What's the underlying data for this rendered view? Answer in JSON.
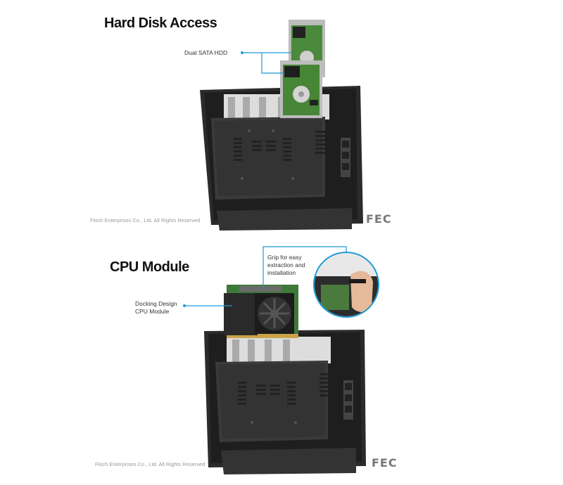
{
  "hard_disk": {
    "title": "Hard Disk Access",
    "callout": "Dual SATA HDD",
    "copyright": "Firich Enterprises Co., Ltd. All Rights Reserved",
    "brand": "FEC"
  },
  "cpu_module": {
    "title": "CPU Module",
    "callout_docking_line1": "Docking Design",
    "callout_docking_line2": "CPU Module",
    "callout_grip_line1": "Grip for easy",
    "callout_grip_line2": "extraction and",
    "callout_grip_line3": "installation",
    "copyright": "Firich Enterprises Co., Ltd. All Rights Reserved",
    "brand": "FEC"
  },
  "colors": {
    "callout_line": "#1a9ad6",
    "housing": "#2a2a2a",
    "pcb": "#3d7a3a"
  }
}
